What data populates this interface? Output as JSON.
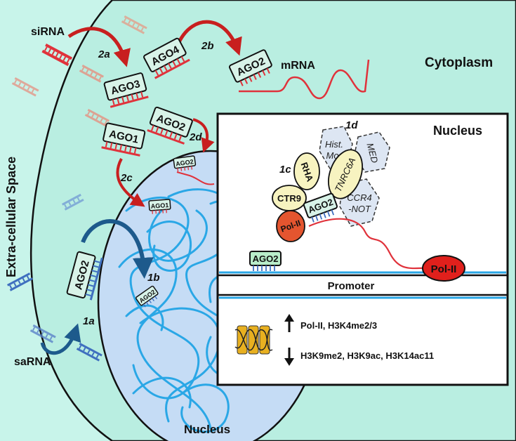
{
  "labels": {
    "sirna": "siRNA",
    "sarna": "saRNA",
    "extracellular": "Extra-cellular Space",
    "cytoplasm": "Cytoplasm",
    "mrna": "mRNA",
    "nucleus_cell": "Nucleus",
    "nucleus_inset": "Nucleus",
    "promoter": "Promoter"
  },
  "steps": {
    "s1a": "1a",
    "s1b": "1b",
    "s1c": "1c",
    "s1d": "1d",
    "s2a": "2a",
    "s2b": "2b",
    "s2c": "2c",
    "s2d": "2d"
  },
  "proteins": {
    "ago1": "AGO1",
    "ago2": "AGO2",
    "ago3": "AGO3",
    "ago4": "AGO4",
    "rha": "RHA",
    "ctr9": "CTR9",
    "pol2": "Pol-II",
    "tnrc6a": "TNRC6A",
    "hist_mod_1": "Hist.",
    "hist_mod_2": "Mod.",
    "med": "MED",
    "ccr4_1": "CCR4",
    "ccr4_2": "-NOT"
  },
  "legend": {
    "up_marks": "Pol-II, H3K4me2/3",
    "down_marks": "H3K9me2, H3K9ac, H3K14ac11"
  },
  "colors": {
    "cytoplasm_bg": "#b9eee1",
    "outer_bg": "#c8f4ea",
    "nucleus_bg": "#c5dcf5",
    "chromatin": "#2aa7e6",
    "ago_fill": "#d8f3e8",
    "sirna_red": "#e0323b",
    "sarna_blue": "#3f6fbf",
    "pol2_red": "#e0201c",
    "promoter_line": "#2aa7e6"
  }
}
